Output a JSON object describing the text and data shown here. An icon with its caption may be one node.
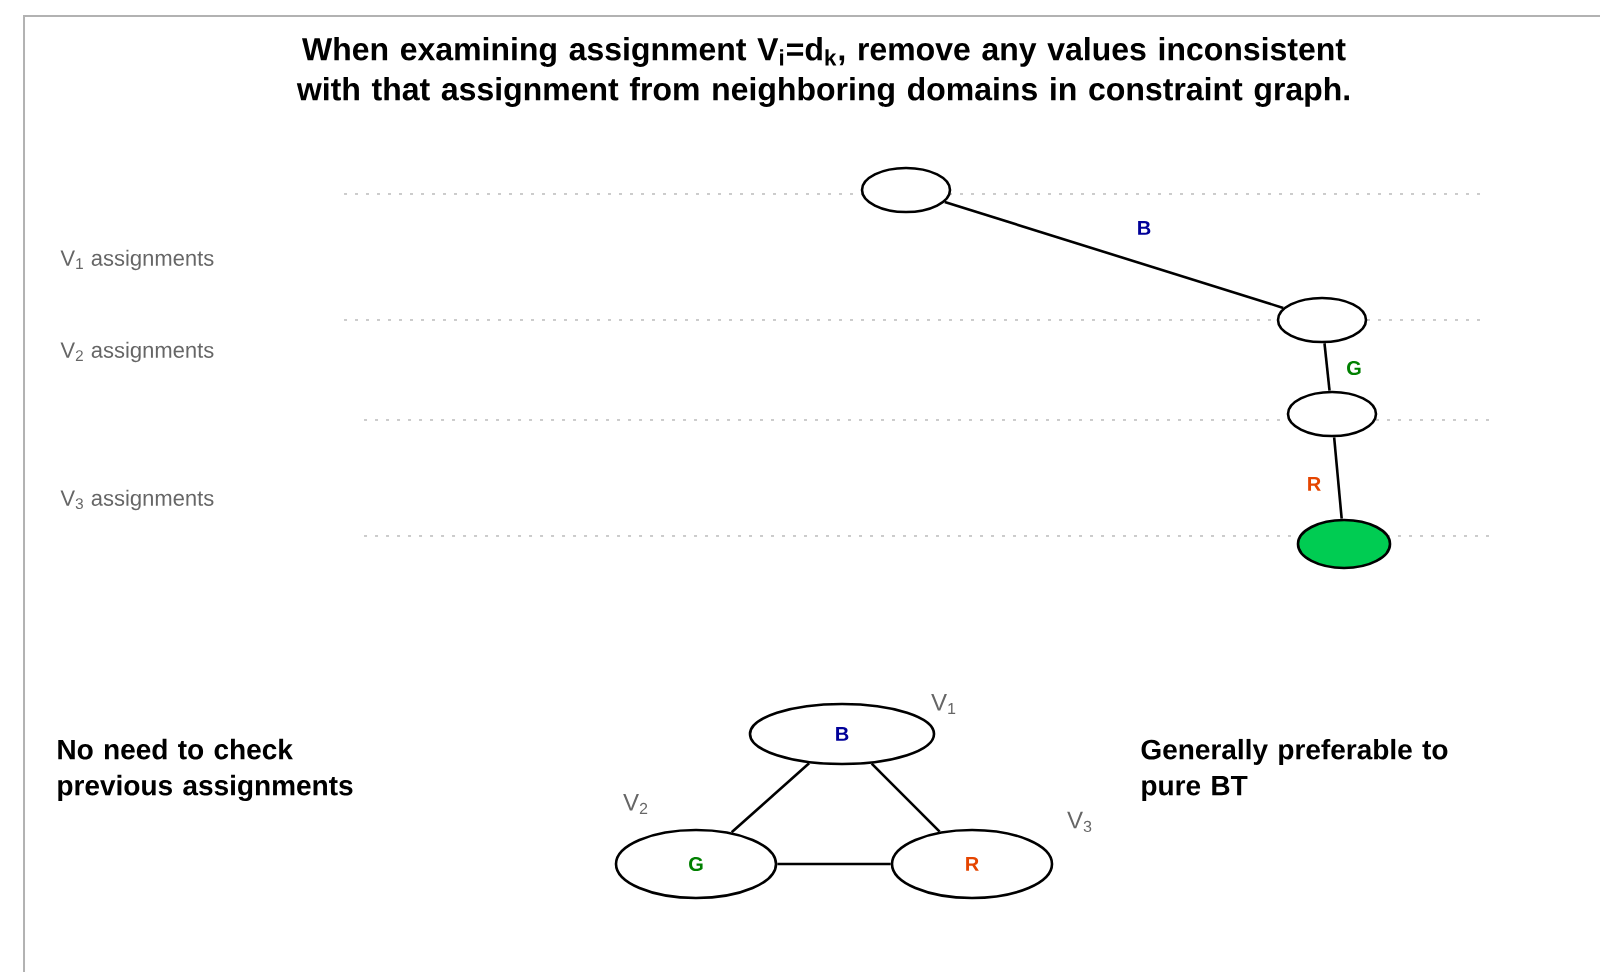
{
  "diagram": {
    "title": "When examining assignment V$_{i}$=d$_{k}$, remove any values inconsistent with that assignment from neighboring domains in constraint graph.",
    "nodes": [
      {
        "text": [],
        "shape": "ellipse"
      },
      {
        "text": [],
        "shape": "ellipse"
      },
      {
        "text": [],
        "shape": "ellipse"
      },
      {
        "text": [],
        "shape": "ellipse"
      },
      {
        "text": [
          "B"
        ],
        "beside": [
          "V$_{1}$"
        ]
      },
      {
        "text": [
          "G"
        ],
        "beside": [
          "V$_{2}$"
        ]
      },
      {
        "text": [
          "R"
        ],
        "beside": [
          "V$_{3}$"
        ]
      }
    ],
    "edges": [
      {
        "from": 0,
        "to": 1,
        "arrow": "none",
        "label": "B"
      },
      {
        "from": 1,
        "to": 2,
        "arrow": "none",
        "label": "G"
      },
      {
        "from": 2,
        "to": 3,
        "arrow": "none",
        "label": "R"
      },
      {
        "from": 4,
        "to": 5,
        "arrow": "none"
      },
      {
        "from": 4,
        "to": 6,
        "arrow": "none"
      },
      {
        "from": 5,
        "to": 6,
        "arrow": "none"
      }
    ],
    "labels": [
      "V$_{1}$ assignments",
      "V$_{2}$ assignments",
      "V$_{3}$ assignments",
      "No need to check previous assignments",
      "Generally preferable to pure BT"
    ]
  }
}
